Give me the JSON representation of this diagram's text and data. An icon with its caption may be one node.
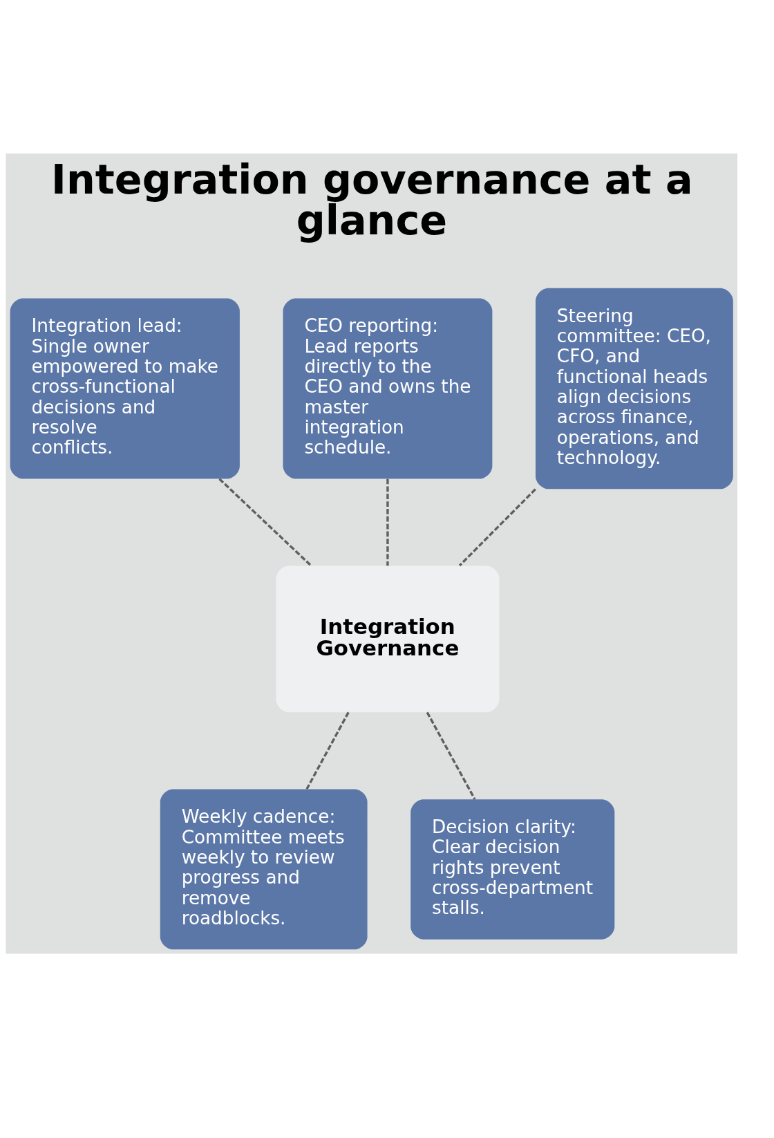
{
  "diagram": {
    "title": "Integration governance at a glance",
    "nodes": [
      {
        "text": [
          "Integration lead: Single owner empowered to make cross-functional decisions and resolve conflicts."
        ]
      },
      {
        "text": [
          "CEO reporting: Lead reports directly to the CEO and owns the master integration schedule."
        ]
      },
      {
        "text": [
          "Steering committee: CEO, CFO, and functional heads align decisions across finance, operations, and technology."
        ]
      },
      {
        "text": [
          "Integration Governance"
        ]
      },
      {
        "text": [
          "Weekly cadence: Committee meets weekly to review progress and remove roadblocks."
        ]
      },
      {
        "text": [
          "Decision clarity: Clear decision rights prevent cross-department stalls."
        ]
      }
    ],
    "edges": [
      {
        "from": 0,
        "to": 3,
        "arrow": "none",
        "style": "dashed"
      },
      {
        "from": 1,
        "to": 3,
        "arrow": "none",
        "style": "dashed"
      },
      {
        "from": 2,
        "to": 3,
        "arrow": "none",
        "style": "dashed"
      },
      {
        "from": 3,
        "to": 4,
        "arrow": "none",
        "style": "dashed"
      },
      {
        "from": 3,
        "to": 5,
        "arrow": "none",
        "style": "dashed"
      }
    ]
  }
}
